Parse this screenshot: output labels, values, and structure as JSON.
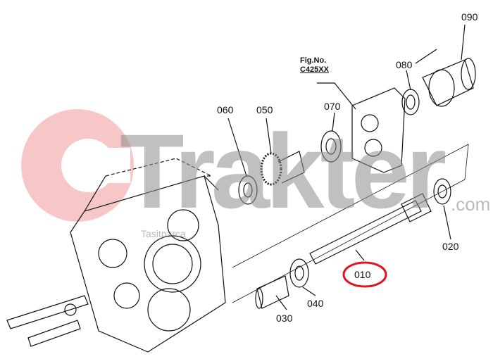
{
  "figure": {
    "label": "Fig.No.",
    "code": "C425XX"
  },
  "parts": [
    {
      "number": "010",
      "highlighted": true
    },
    {
      "number": "020"
    },
    {
      "number": "030"
    },
    {
      "number": "040"
    },
    {
      "number": "050"
    },
    {
      "number": "060"
    },
    {
      "number": "070"
    },
    {
      "number": "080"
    },
    {
      "number": "090"
    }
  ],
  "watermark": {
    "brand": "Trakter",
    "suffix": ".com",
    "small": "Tasitparca"
  },
  "colors": {
    "highlight": "#e0141e",
    "watermark_logo": "#f29a9a"
  }
}
